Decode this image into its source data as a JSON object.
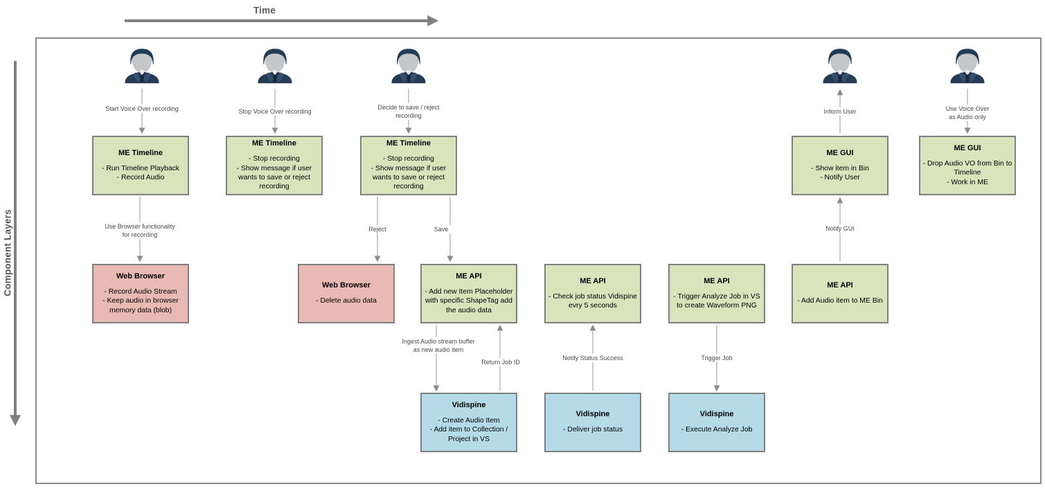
{
  "diagram": {
    "time_axis_label": "Time",
    "component_axis_label": "Component Layers"
  },
  "palette": {
    "green": "#d7e4bc",
    "pink": "#e9bab3",
    "blue": "#b6dbe8",
    "box_border": "#7f7f7f",
    "connector_gray": "#8c8c8c",
    "axis_gray": "#808080",
    "suit_navy": "#243c55",
    "face_gray": "#c3c7c9"
  },
  "boxes": [
    {
      "title": "ME Timeline",
      "body": "- Run Timeline Playback\n- Record Audio",
      "color": "green"
    },
    {
      "title": "ME Timeline",
      "body": "- Stop recording\n- Show message if user wants to save or reject recording",
      "color": "green"
    },
    {
      "title": "ME Timeline",
      "body": "- Stop recording\n- Show message if user wants to save or reject recording",
      "color": "green"
    },
    {
      "title": "Web Browser",
      "body": "- Record Audio Stream\n- Keep audio in browser memory data (blob)",
      "color": "pink"
    },
    {
      "title": "Web Browser",
      "body": "- Delete audio data",
      "color": "pink"
    },
    {
      "title": "ME API",
      "body": "- Add new Item Placeholder with specific ShapeTag  add the audio data",
      "color": "green"
    },
    {
      "title": "ME API",
      "body": "- Check job status Vidispine evry 5 seconds",
      "color": "green"
    },
    {
      "title": "ME API",
      "body": "- Trigger Analyze Job in VS to create Waveform PNG",
      "color": "green"
    },
    {
      "title": "Vidispine",
      "body": "- Create Audio Item\n- Add item to Collection / Project in VS",
      "color": "blue"
    },
    {
      "title": "Vidispine",
      "body": "- Deliver job status",
      "color": "blue"
    },
    {
      "title": "Vidispine",
      "body": "- Execute Analyze Job",
      "color": "blue"
    },
    {
      "title": "ME GUI",
      "body": "- Show item in Bin\n- Notify User",
      "color": "green"
    },
    {
      "title": "ME API",
      "body": "- Add Audio item to ME Bin",
      "color": "green"
    },
    {
      "title": "ME GUI",
      "body": "- Drop Audio VO from Bin to Timeline\n- Work in ME",
      "color": "green"
    }
  ],
  "connector_labels": [
    {
      "text": "Start Voice Over recording"
    },
    {
      "text": "Use Browser functionality\nfor recording"
    },
    {
      "text": "Stop Voice Over recording"
    },
    {
      "text": "Decide to save / reject\nrecording"
    },
    {
      "text": "Reject"
    },
    {
      "text": "Save"
    },
    {
      "text": "Ingest Audio stream buffer\nas new audio item"
    },
    {
      "text": "Return Job ID"
    },
    {
      "text": "Notify Status Success"
    },
    {
      "text": "Trigger Job"
    },
    {
      "text": "Notify GUI"
    },
    {
      "text": "Inform User"
    },
    {
      "text": "Use Voice Over\nas Audio only"
    }
  ]
}
